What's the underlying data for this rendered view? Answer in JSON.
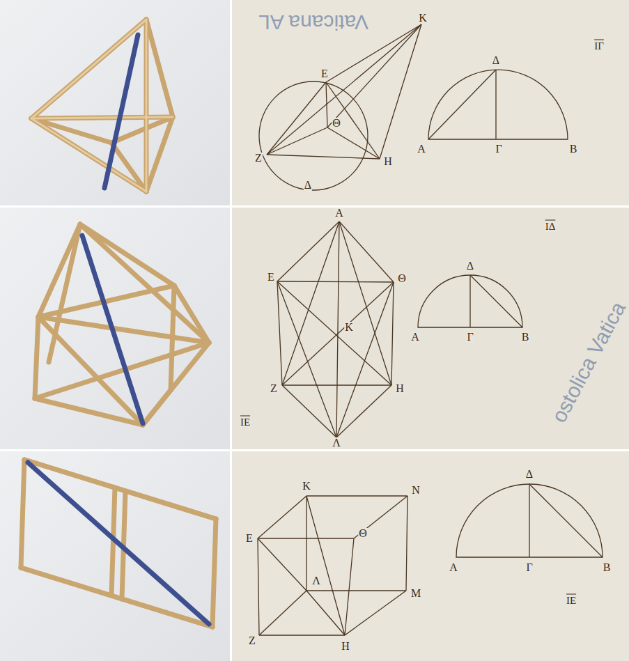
{
  "diagram": {
    "labels": [
      "Κ",
      "Ε",
      "Θ",
      "Ζ",
      "Δ",
      "Η",
      "Δ",
      "Α",
      "Γ",
      "Β",
      "ΙΓ",
      "Α",
      "Ε",
      "Θ",
      "Κ",
      "Ζ",
      "Η",
      "Λ",
      "Δ",
      "Α",
      "Γ",
      "Β",
      "ΙΔ",
      "ΙΕ",
      "Κ",
      "Ν",
      "Ε",
      "Θ",
      "Λ",
      "Ζ",
      "Η",
      "Μ",
      "Δ",
      "Α",
      "Γ",
      "Β",
      "ΙΕ",
      "Vaticana AL",
      "ostolica Vatica"
    ]
  }
}
